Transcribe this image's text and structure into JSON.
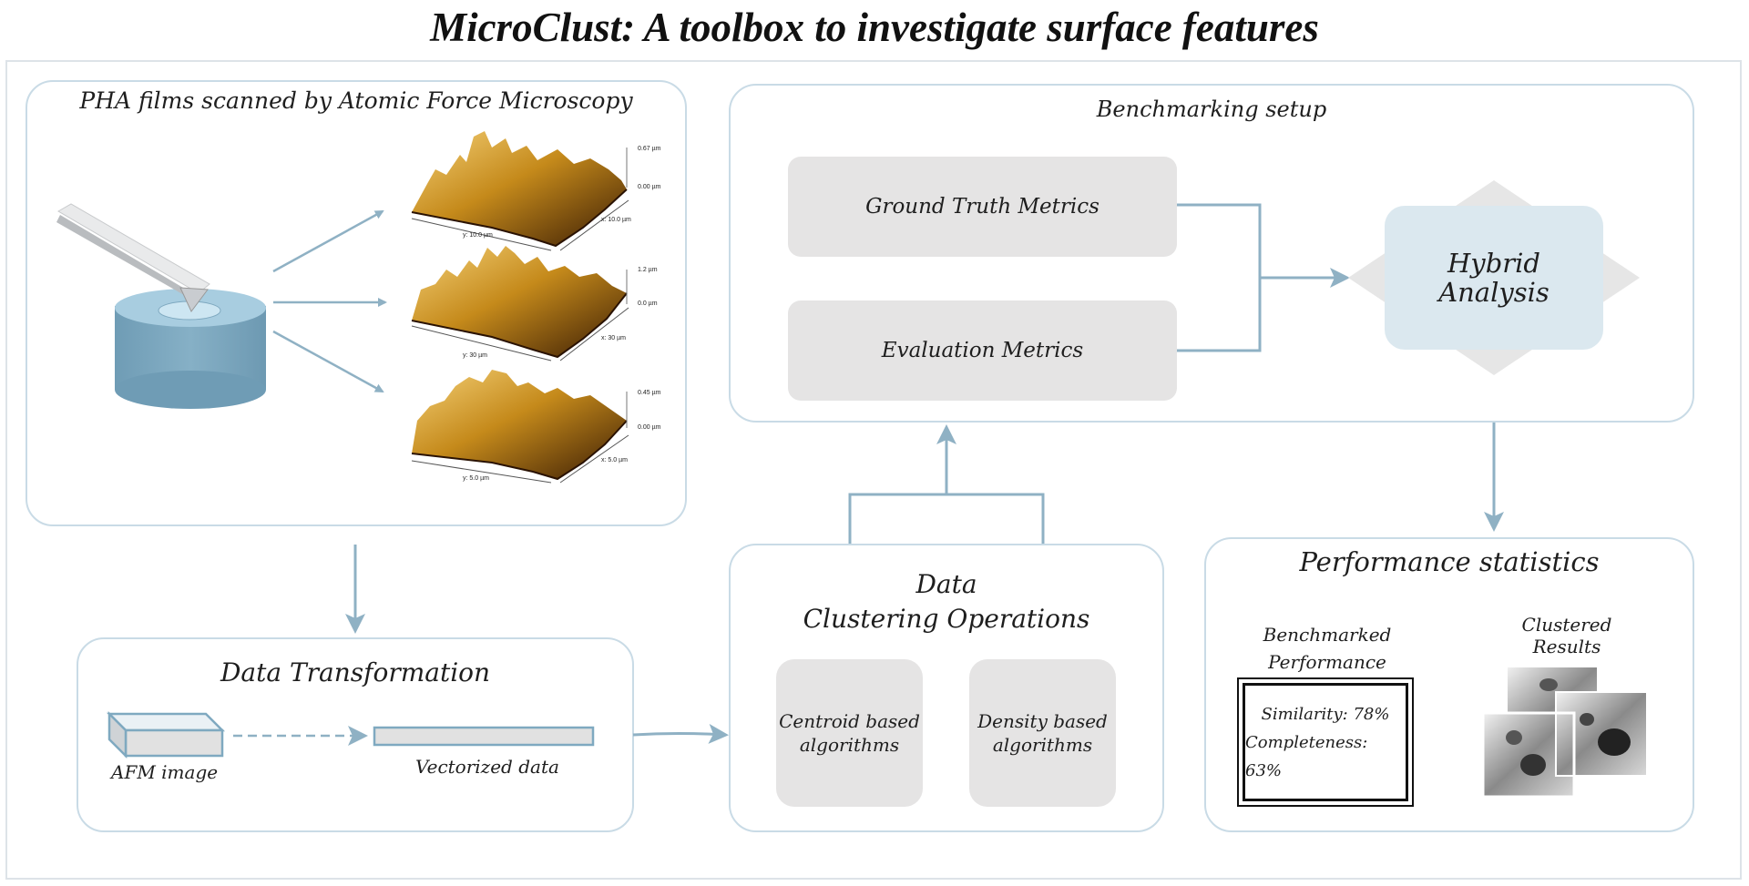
{
  "title": "MicroClust: A toolbox to investigate surface features",
  "afm_panel": {
    "title": "PHA films scanned by Atomic Force Microscopy",
    "scans": [
      {
        "z_top": "0.67 µm",
        "z_bottom": "0.00 µm",
        "y_axis": "y: 10.0 µm",
        "x_axis": "x: 10.0 µm"
      },
      {
        "z_top": "1.2 µm",
        "z_bottom": "0.0 µm",
        "y_axis": "y: 30 µm",
        "x_axis": "x: 30 µm"
      },
      {
        "z_top": "0.45 µm",
        "z_bottom": "0.00 µm",
        "y_axis": "y: 5.0 µm",
        "x_axis": "x: 5.0 µm"
      }
    ]
  },
  "benchmark_panel": {
    "title": "Benchmarking setup",
    "ground_truth": "Ground Truth Metrics",
    "evaluation": "Evaluation Metrics",
    "hybrid_line1": "Hybrid",
    "hybrid_line2": "Analysis"
  },
  "transform_panel": {
    "title": "Data Transformation",
    "afm_image_label": "AFM image",
    "vectorized_label": "Vectorized data"
  },
  "clustering_panel": {
    "title_line1": "Data",
    "title_line2": "Clustering Operations",
    "centroid_line1": "Centroid based",
    "centroid_line2": "algorithms",
    "density_line1": "Density based",
    "density_line2": "algorithms"
  },
  "performance_panel": {
    "title": "Performance statistics",
    "benchmarked_line1": "Benchmarked",
    "benchmarked_line2": "Performance",
    "similarity": "Similarity: 78%",
    "completeness": "Completeness: 63%",
    "clustered_line1": "Clustered",
    "clustered_line2": "Results"
  },
  "colors": {
    "panel_border": "#c9dbe6",
    "arrow": "#8fb1c4",
    "metric_box": "#e5e4e4",
    "hybrid_box": "#dbe8ef",
    "cylinder": "#7fa9c0",
    "afm_gold": "#c58a1b"
  }
}
